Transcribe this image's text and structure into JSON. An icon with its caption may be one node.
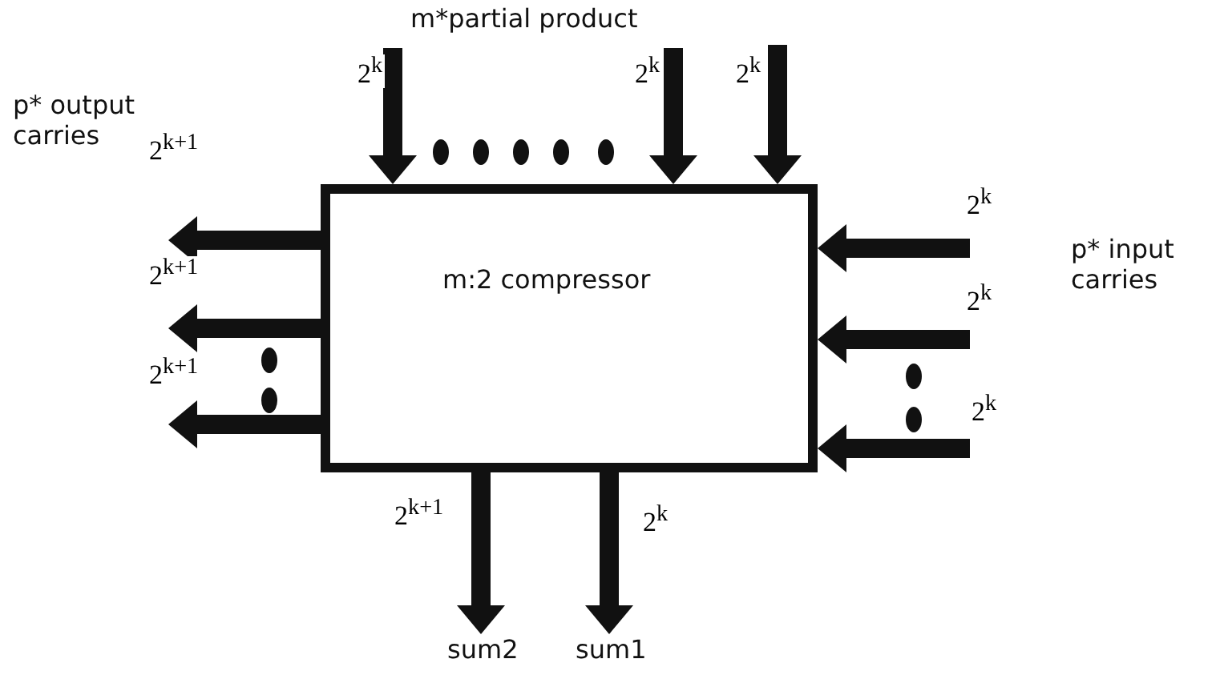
{
  "diagram": {
    "nodes": [
      {
        "text": [
          "m:2 compressor"
        ]
      },
      {
        "text": [
          "sum2"
        ]
      },
      {
        "text": [
          "sum1"
        ]
      }
    ],
    "edges": [
      {
        "from": null,
        "to": 0,
        "arrow": "to",
        "label": "2$^{k}$"
      },
      {
        "from": null,
        "to": 0,
        "arrow": "to",
        "label": "2$^{k}$"
      },
      {
        "from": null,
        "to": 0,
        "arrow": "to",
        "label": "2$^{k}$"
      },
      {
        "from": 0,
        "to": null,
        "arrow": "to",
        "label": "2$^{k+1}$"
      },
      {
        "from": 0,
        "to": null,
        "arrow": "to",
        "label": "2$^{k+1}$"
      },
      {
        "from": 0,
        "to": null,
        "arrow": "to",
        "label": "2$^{k+1}$"
      },
      {
        "from": null,
        "to": 0,
        "arrow": "to",
        "label": "2$^{k}$"
      },
      {
        "from": null,
        "to": 0,
        "arrow": "to",
        "label": "2$^{k}$"
      },
      {
        "from": null,
        "to": 0,
        "arrow": "to",
        "label": "2$^{k}$"
      },
      {
        "from": 0,
        "to": 1,
        "arrow": "to",
        "label": "2$^{k+1}$"
      },
      {
        "from": 0,
        "to": 2,
        "arrow": "to",
        "label": "2$^{k}$"
      }
    ],
    "labels": [
      "m*partial product",
      "p* output carries",
      "p* input carries"
    ]
  }
}
